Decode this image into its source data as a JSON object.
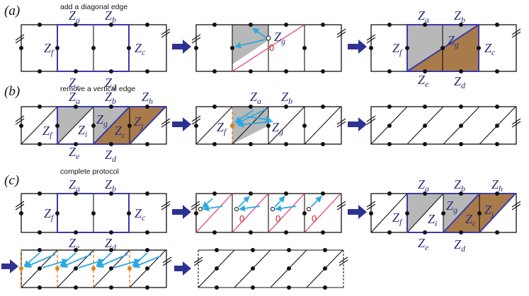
{
  "panels": {
    "a": {
      "label": "(a)",
      "caption": "add a diagonal edge"
    },
    "b": {
      "label": "(b)",
      "caption": "remove a vertical edge"
    },
    "c": {
      "label": "(c)",
      "caption": "complete protocol"
    }
  },
  "z_labels": {
    "a": "a",
    "b": "b",
    "c": "c",
    "d": "d",
    "e": "e",
    "f": "f",
    "g": "g",
    "h": "h",
    "i": "i",
    "j": "j",
    "letter": "Z"
  },
  "zero_label": "0",
  "colors": {
    "blue": "#3a3aa8",
    "gray": "#b8b8b8",
    "brown": "#a97b4a",
    "cyan": "#29a9e0",
    "pink": "#e0337a",
    "orange": "#e08020",
    "zero": "#d01818",
    "big_arrow": "#2e3192"
  }
}
